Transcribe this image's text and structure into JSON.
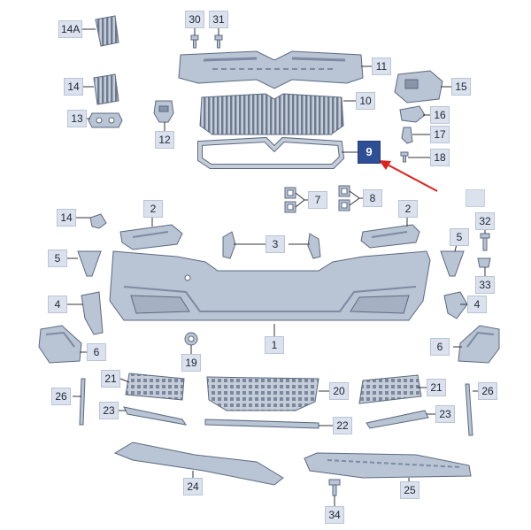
{
  "labels": {
    "l14a": "14A",
    "l14": "14",
    "l13": "13",
    "l12": "12",
    "l30": "30",
    "l31": "31",
    "l11": "11",
    "l10": "10",
    "l9": "9",
    "l15": "15",
    "l16": "16",
    "l17": "17",
    "l18": "18",
    "l7": "7",
    "l8": "8",
    "l14b": "14",
    "l2a": "2",
    "l2b": "2",
    "l3": "3",
    "l5a": "5",
    "l5b": "5",
    "l32": "32",
    "l33": "33",
    "l4a": "4",
    "l4b": "4",
    "l1": "1",
    "l6a": "6",
    "l6b": "6",
    "l19": "19",
    "l26a": "26",
    "l26b": "26",
    "l21a": "21",
    "l21b": "21",
    "l20": "20",
    "l23a": "23",
    "l23b": "23",
    "l22": "22",
    "l24": "24",
    "l25": "25",
    "l34": "34",
    "blank": ""
  },
  "colors": {
    "part_fill": "#b9c4d4",
    "part_stroke": "#5c6a80",
    "leader": "#333333",
    "highlight": "#2e4f96",
    "arrow": "#e0201c"
  }
}
